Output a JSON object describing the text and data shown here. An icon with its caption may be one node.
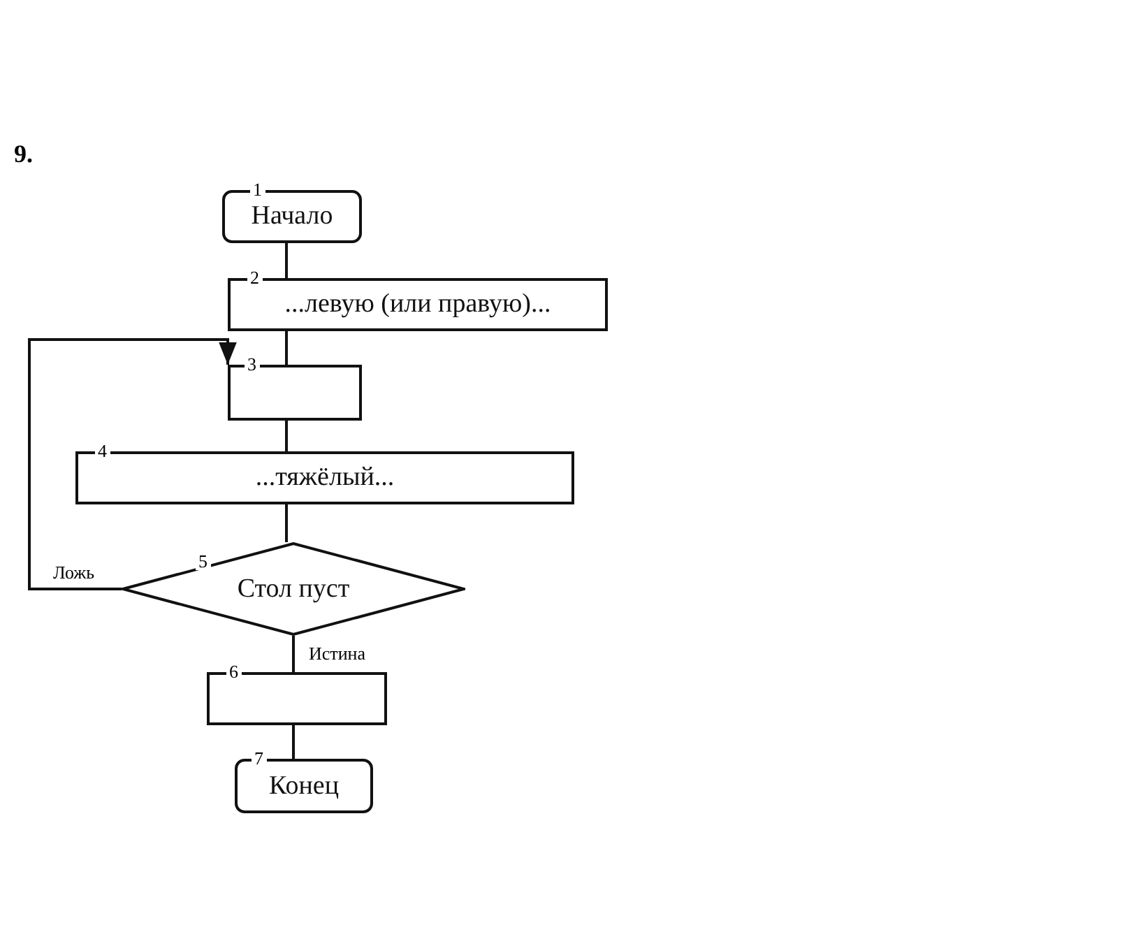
{
  "diagram": {
    "nodes": [
      {
        "text": [
          "Начало"
        ],
        "beside": [
          "1"
        ]
      },
      {
        "text": [
          "...левую (или правую)..."
        ],
        "beside": [
          "2"
        ]
      },
      {
        "text": [],
        "shape": "box",
        "beside": [
          "3"
        ]
      },
      {
        "text": [
          "...тяжёлый..."
        ],
        "beside": [
          "4"
        ]
      },
      {
        "text": [
          "Стол пуст"
        ],
        "beside": [
          "5"
        ]
      },
      {
        "text": [],
        "shape": "box",
        "beside": [
          "6"
        ]
      },
      {
        "text": [
          "Конец"
        ],
        "beside": [
          "7"
        ]
      }
    ],
    "edges": [
      {
        "from": 0,
        "to": 1,
        "arrow": "none"
      },
      {
        "from": 1,
        "to": 2,
        "arrow": "none"
      },
      {
        "from": 2,
        "to": 3,
        "arrow": "none"
      },
      {
        "from": 3,
        "to": 4,
        "arrow": "none"
      },
      {
        "from": 4,
        "to": 2,
        "arrow": "to",
        "label": "Ложь"
      },
      {
        "from": 4,
        "to": 5,
        "arrow": "none",
        "label": "Истина"
      },
      {
        "from": 5,
        "to": 6,
        "arrow": "none"
      }
    ],
    "labels": [
      "9."
    ]
  }
}
